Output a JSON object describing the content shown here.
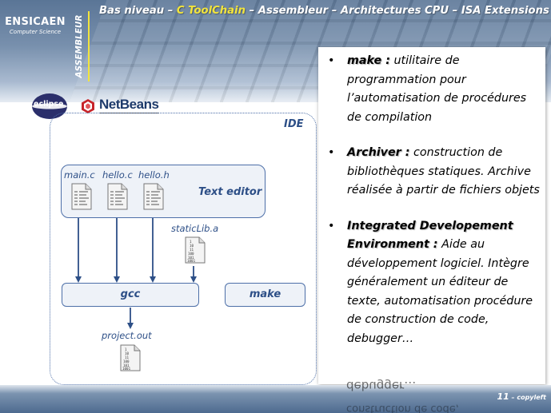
{
  "header": {
    "title_pre": "Bas niveau – ",
    "title_highlight": "C ToolChain",
    "title_post": " – Assembleur – Architectures CPU – ISA Extensions",
    "brand_name": "ENSICAEN",
    "brand_sub": "Computer Science",
    "section": "ASSEMBLEUR"
  },
  "logos": {
    "eclipse": "eclipse",
    "netbeans": "NetBeans"
  },
  "diagram": {
    "ide_label": "IDE",
    "editor_label": "Text editor",
    "files": [
      "main.c",
      "hello.c",
      "hello.h"
    ],
    "static_lib": "staticLib.a",
    "gcc_label": "gcc",
    "make_label": "make",
    "output": "project.out",
    "binary_rows": [
      "1",
      "10",
      "11",
      "100",
      "101",
      "1001"
    ]
  },
  "bullets": [
    {
      "term": "make :",
      "text": " utilitaire de programmation pour l’automatisation de procédures de compilation"
    },
    {
      "term": "Archiver :",
      "text": " construction de bibliothèques statiques. Archive réalisée à partir de fichiers objets"
    },
    {
      "term": "Integrated Developement Environment :",
      "text": " Aide au développement logiciel. Intègre généralement un éditeur de texte, automatisation procédure de construction  de code, debugger…"
    }
  ],
  "footer": {
    "page_number": "11",
    "page_suffix": " – copyleft",
    "mirror_text": "debugger…",
    "mirror_text2": "construction  de code,"
  },
  "colors": {
    "accent": "#f2e43c",
    "diagram_blue": "#2d4f87",
    "box_border": "#4d6fa8"
  }
}
